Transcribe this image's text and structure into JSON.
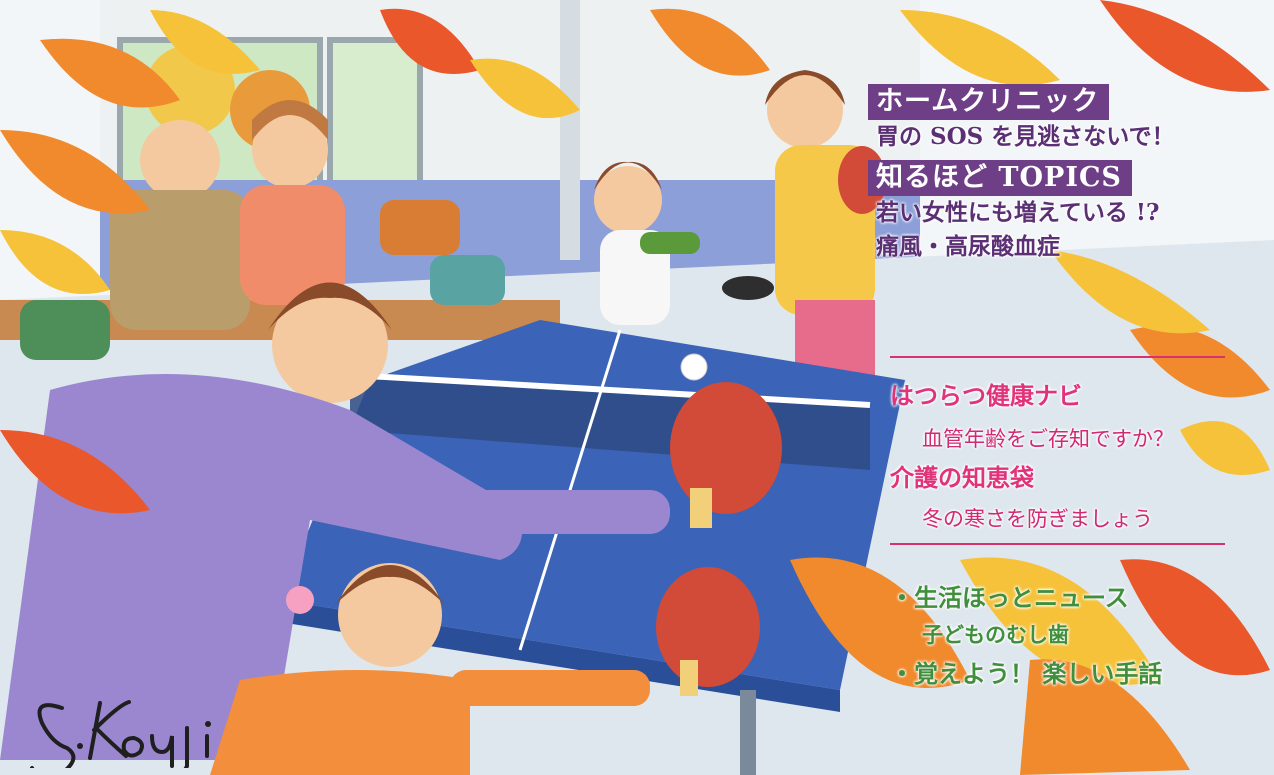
{
  "toc": {
    "home_clinic": {
      "heading": "ホームクリニック",
      "line": "胃の SOS を見逃さないで！"
    },
    "topics": {
      "heading": "知るほど TOPICS",
      "line1": "若い女性にも増えている !?",
      "line2": "痛風・高尿酸血症"
    },
    "navi": {
      "heading": "はつらつ健康ナビ",
      "line": "血管年齢をご存知ですか？"
    },
    "care": {
      "heading": "介護の知恵袋",
      "line": "冬の寒さを防ぎましょう"
    },
    "news": {
      "heading": "・生活ほっとニュース",
      "line": "子どものむし歯"
    },
    "sign_language": {
      "heading": "・覚えよう！ 楽しい手話"
    }
  },
  "signature": "S.Kouji",
  "colors": {
    "section_banner": "#6e3f87",
    "pink_text": "#e0337a",
    "green_text": "#3f8f3c",
    "divider": "#d6336e",
    "table": "#3b63b8",
    "leaf_orange": "#f08a2c",
    "leaf_yellow": "#f6c23a"
  }
}
